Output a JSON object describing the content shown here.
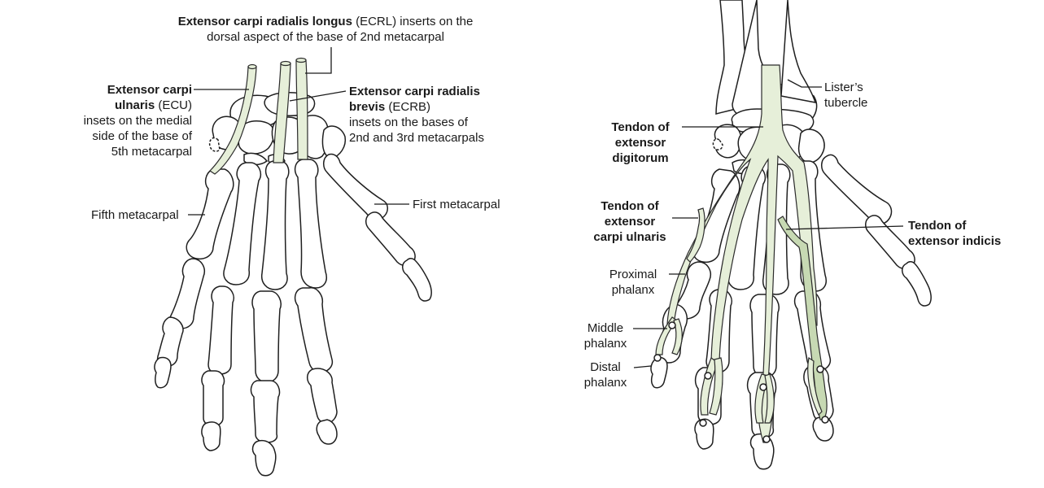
{
  "left_panel": {
    "ecrl": {
      "bold": "Extensor carpi radialis longus",
      "rest": " (ECRL) inserts on the",
      "line2": "dorsal aspect of the base of 2nd metacarpal"
    },
    "ecu": {
      "bold1": "Extensor carpi",
      "bold2": "ulnaris",
      "rest2": " (ECU)",
      "line3": "insets on the medial",
      "line4": "side of the base of",
      "line5": "5th metacarpal"
    },
    "ecrb": {
      "bold1": "Extensor carpi radialis",
      "bold2": "brevis",
      "rest2": " (ECRB)",
      "line3": "insets on the bases of",
      "line4": "2nd and 3rd metacarpals"
    },
    "fifth_metacarpal": "Fifth metacarpal",
    "first_metacarpal": "First metacarpal"
  },
  "right_panel": {
    "listers": {
      "line1": "Lister’s",
      "line2": "tubercle"
    },
    "ed": {
      "line1": "Tendon of",
      "line2": "extensor",
      "line3": "digitorum"
    },
    "ecu": {
      "line1": "Tendon of",
      "line2": "extensor",
      "line3": "carpi ulnaris"
    },
    "ei": {
      "line1": "Tendon of",
      "line2": "extensor indicis"
    },
    "proximal": {
      "line1": "Proximal",
      "line2": "phalanx"
    },
    "middle": {
      "line1": "Middle",
      "line2": "phalanx"
    },
    "distal": {
      "line1": "Distal",
      "line2": "phalanx"
    }
  },
  "colors": {
    "tendon": "#e6efd9",
    "tendon_dark": "#c7d9b3",
    "outline": "#1f1f1f"
  }
}
